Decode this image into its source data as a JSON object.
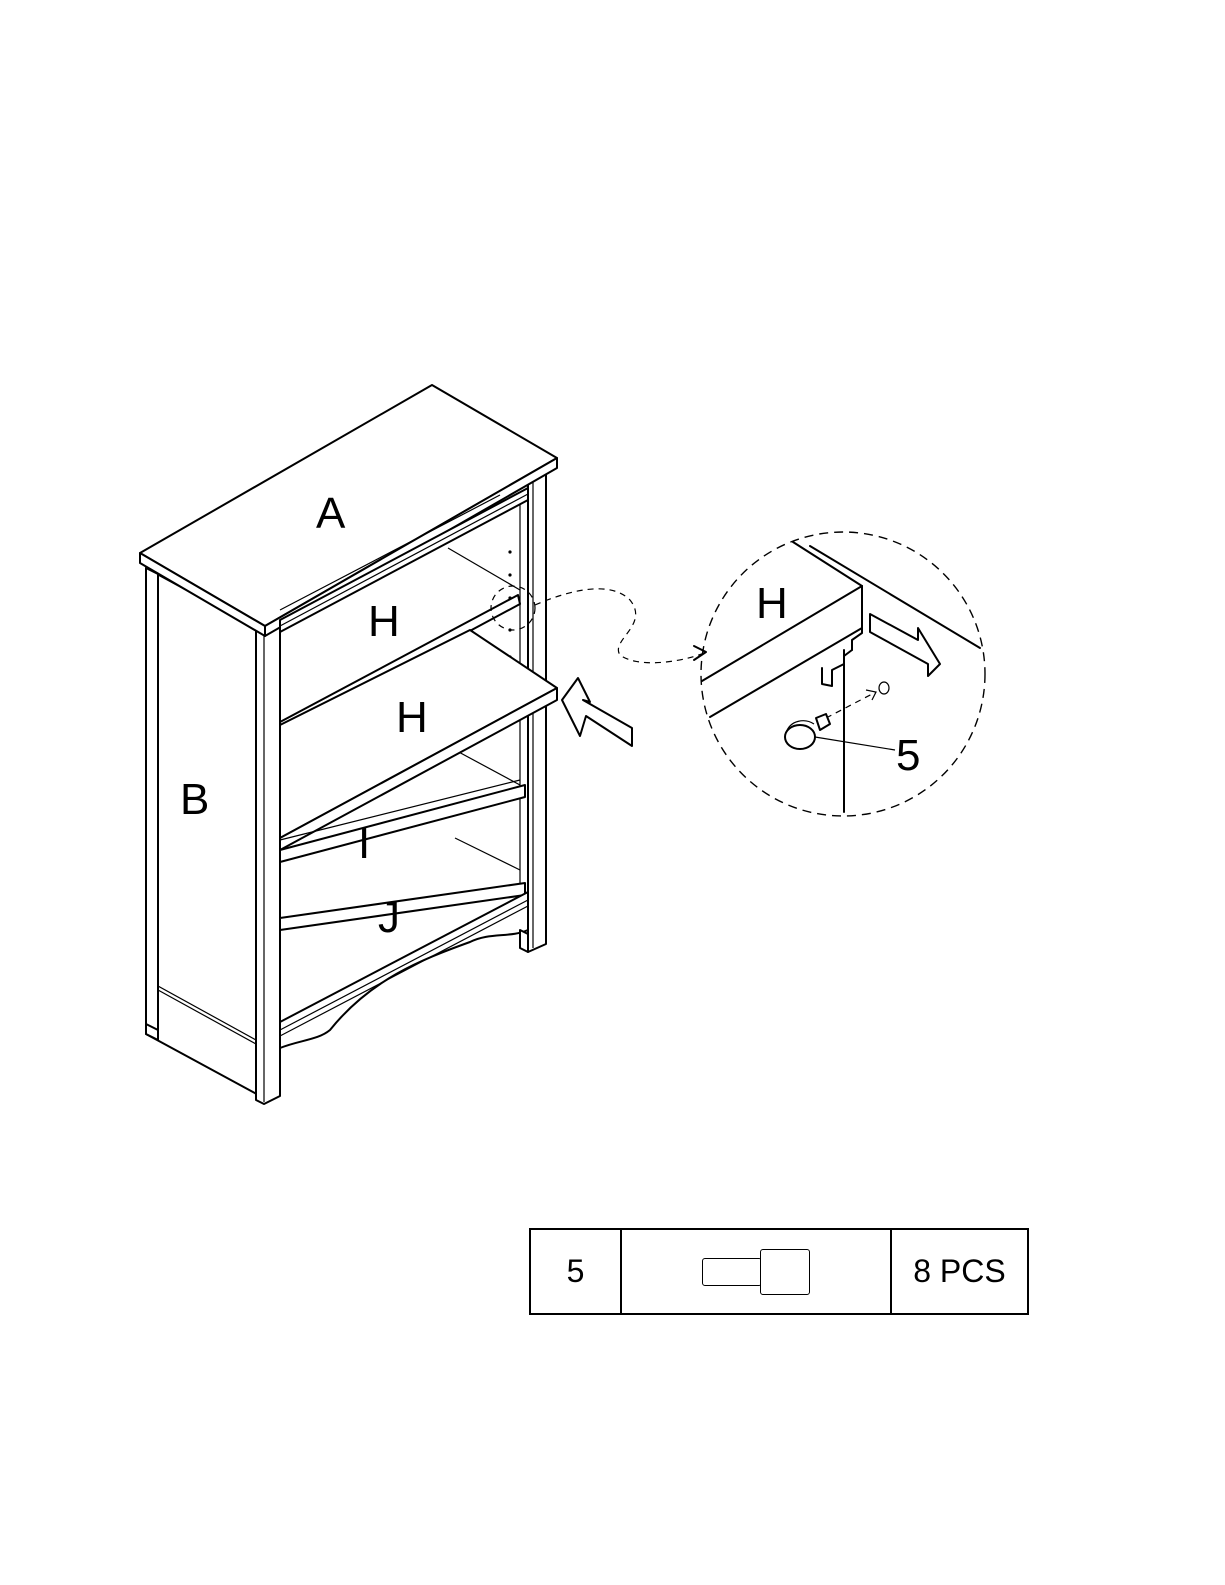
{
  "diagram": {
    "labels": {
      "top": "A",
      "side": "B",
      "shelf_upper": "H",
      "shelf_middle": "H",
      "shelf_lower": "I",
      "bottom": "J",
      "detail_shelf": "H",
      "detail_part": "5"
    }
  },
  "parts_table": {
    "rows": [
      {
        "part_no": "5",
        "icon": "shelf-pin-icon",
        "quantity": "8 PCS"
      }
    ]
  }
}
